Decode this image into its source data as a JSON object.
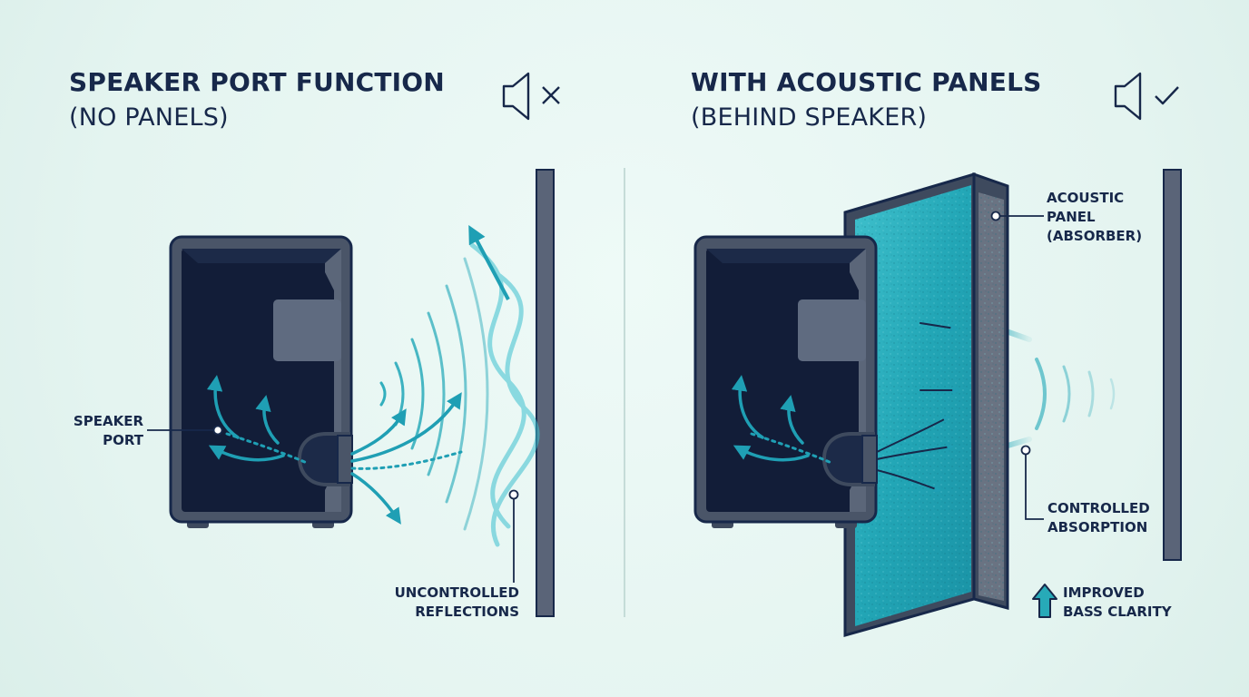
{
  "left_panel": {
    "title_main": "SPEAKER PORT FUNCTION",
    "title_sub": "(NO PANELS)",
    "status_icon": "speaker-muted-x-icon",
    "speaker_port_label": "SPEAKER\nPORT",
    "reflections_label": "UNCONTROLLED\nREFLECTIONS"
  },
  "right_panel": {
    "title_main": "WITH ACOUSTIC PANELS",
    "title_sub": "(BEHIND SPEAKER)",
    "status_icon": "speaker-check-icon",
    "panel_label": "ACOUSTIC\nPANEL\n(ABSORBER)",
    "absorption_label": "CONTROLLED\nABSORPTION",
    "bass_label": "IMPROVED\nBASS CLARITY",
    "bass_icon": "up-arrow-icon"
  },
  "colors": {
    "navy": "#17284a",
    "cabinet": "#3e4a5e",
    "cabinet_inner": "#121d38",
    "teal": "#1ea6b7",
    "panel_teal": "#27aab8",
    "wall": "#5a6478",
    "background": "#e7f6f2"
  }
}
